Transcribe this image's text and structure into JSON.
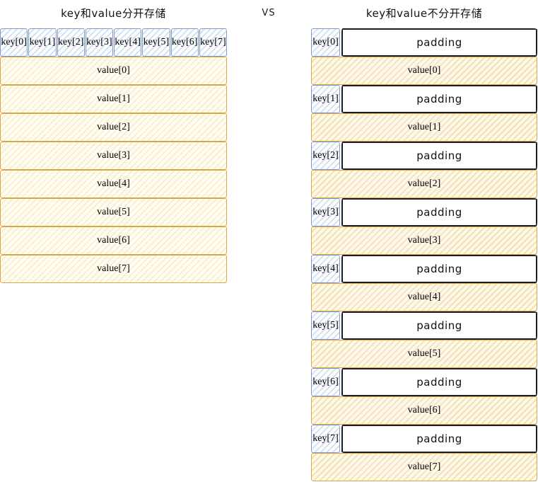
{
  "titles": {
    "left": "key和value分开存储",
    "vs": "VS",
    "right": "key和value不分开存储"
  },
  "left_diagram": {
    "keys": [
      "key[0]",
      "key[1]",
      "key[2]",
      "key[3]",
      "key[4]",
      "key[5]",
      "key[6]",
      "key[7]"
    ],
    "values": [
      "value[0]",
      "value[1]",
      "value[2]",
      "value[3]",
      "value[4]",
      "value[5]",
      "value[6]",
      "value[7]"
    ]
  },
  "right_diagram": {
    "rows": [
      {
        "key": "key[0]",
        "padding": "padding",
        "value": "value[0]"
      },
      {
        "key": "key[1]",
        "padding": "padding",
        "value": "value[1]"
      },
      {
        "key": "key[2]",
        "padding": "padding",
        "value": "value[2]"
      },
      {
        "key": "key[3]",
        "padding": "padding",
        "value": "value[3]"
      },
      {
        "key": "key[4]",
        "padding": "padding",
        "value": "value[4]"
      },
      {
        "key": "key[5]",
        "padding": "padding",
        "value": "value[5]"
      },
      {
        "key": "key[6]",
        "padding": "padding",
        "value": "value[6]"
      },
      {
        "key": "key[7]",
        "padding": "padding",
        "value": "value[7]"
      }
    ]
  },
  "colors": {
    "key_border": "#7d9ac8",
    "key_hatch": "#86a3cf",
    "value_border": "#d9a843",
    "value_hatch": "#e7c068",
    "padding_border": "#1c1c1c",
    "text": "#000000"
  }
}
